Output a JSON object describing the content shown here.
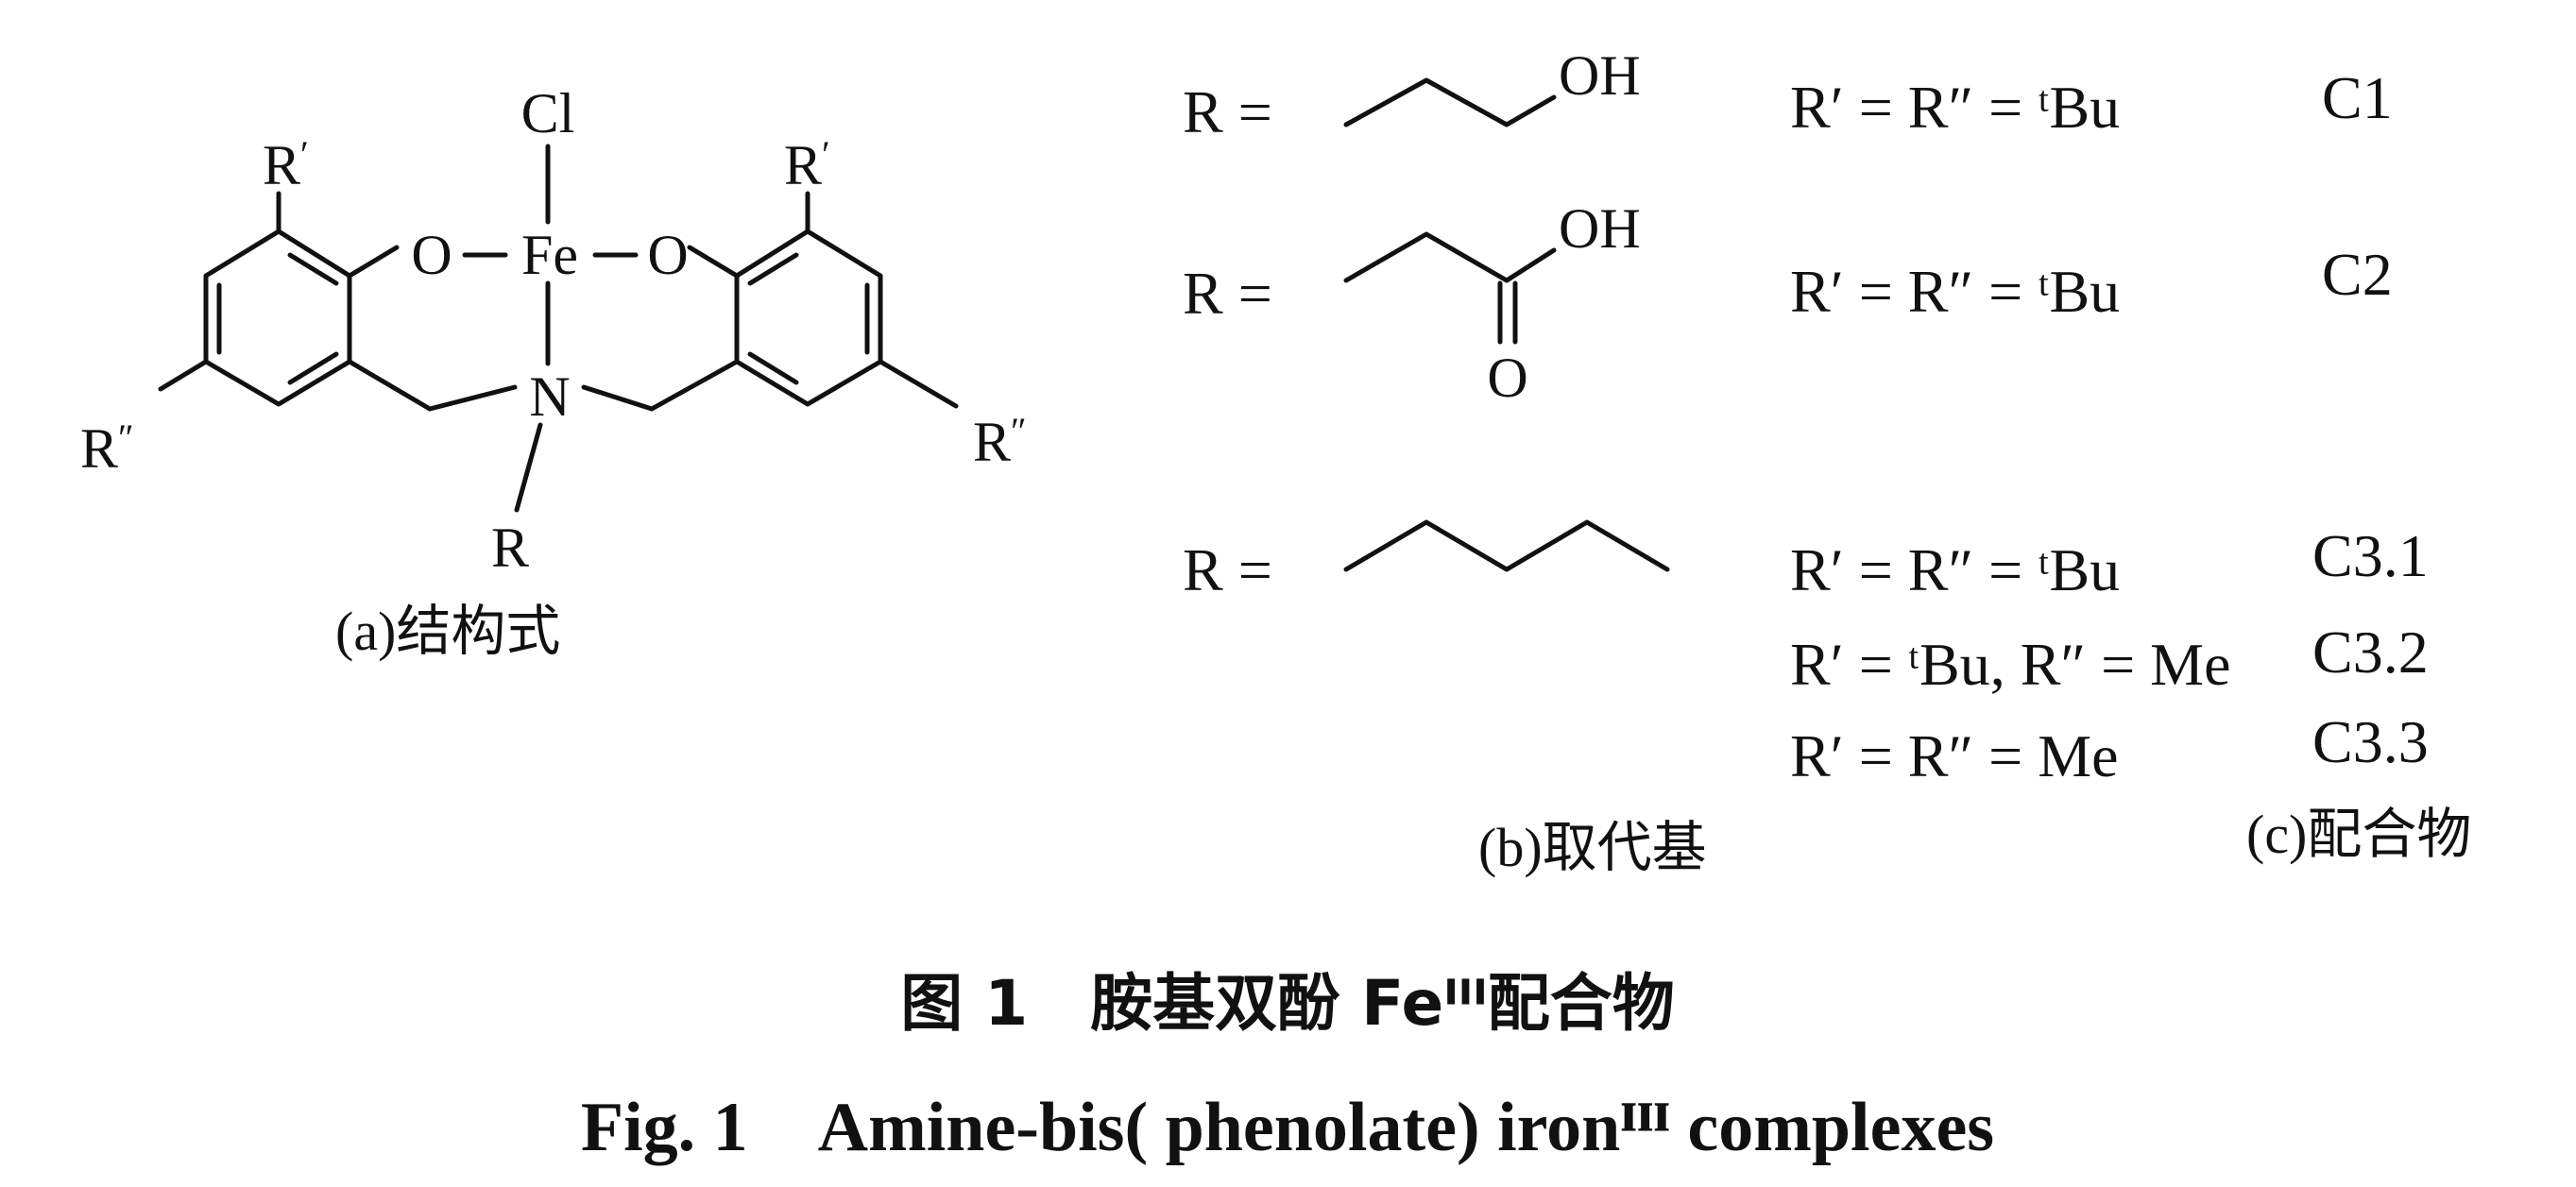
{
  "structure": {
    "caption": "(a)结构式",
    "atoms": {
      "Cl": "Cl",
      "Fe": "Fe",
      "N": "N",
      "O_left": "O",
      "O_right": "O",
      "R": "R"
    },
    "R_prime": "R",
    "prime": "′",
    "R_dprime": "R",
    "dprime": "″"
  },
  "substituents": {
    "caption": "(b)取代基",
    "R_eq": "R =",
    "OH_1": "OH",
    "OH_2": "OH",
    "O_carbonyl": "O"
  },
  "complexes": {
    "caption": "(c)配合物",
    "rows": [
      {
        "desc": "R′ = R″ = ᵗBu",
        "id": "C1"
      },
      {
        "desc": "R′ = R″ = ᵗBu",
        "id": "C2"
      },
      {
        "desc": "R′ = R″ = ᵗBu",
        "id": "C3.1"
      },
      {
        "desc": "R′ = ᵗBu, R″ = Me",
        "id": "C3.2"
      },
      {
        "desc": "R′ = R″ = Me",
        "id": "C3.3"
      }
    ]
  },
  "figure_caption": {
    "zh": "图 1　胺基双酚 Feᴵᴵᴵ配合物",
    "en": "Fig. 1　Amine-bis( phenolate)  ironᴵᴵᴵ complexes"
  }
}
